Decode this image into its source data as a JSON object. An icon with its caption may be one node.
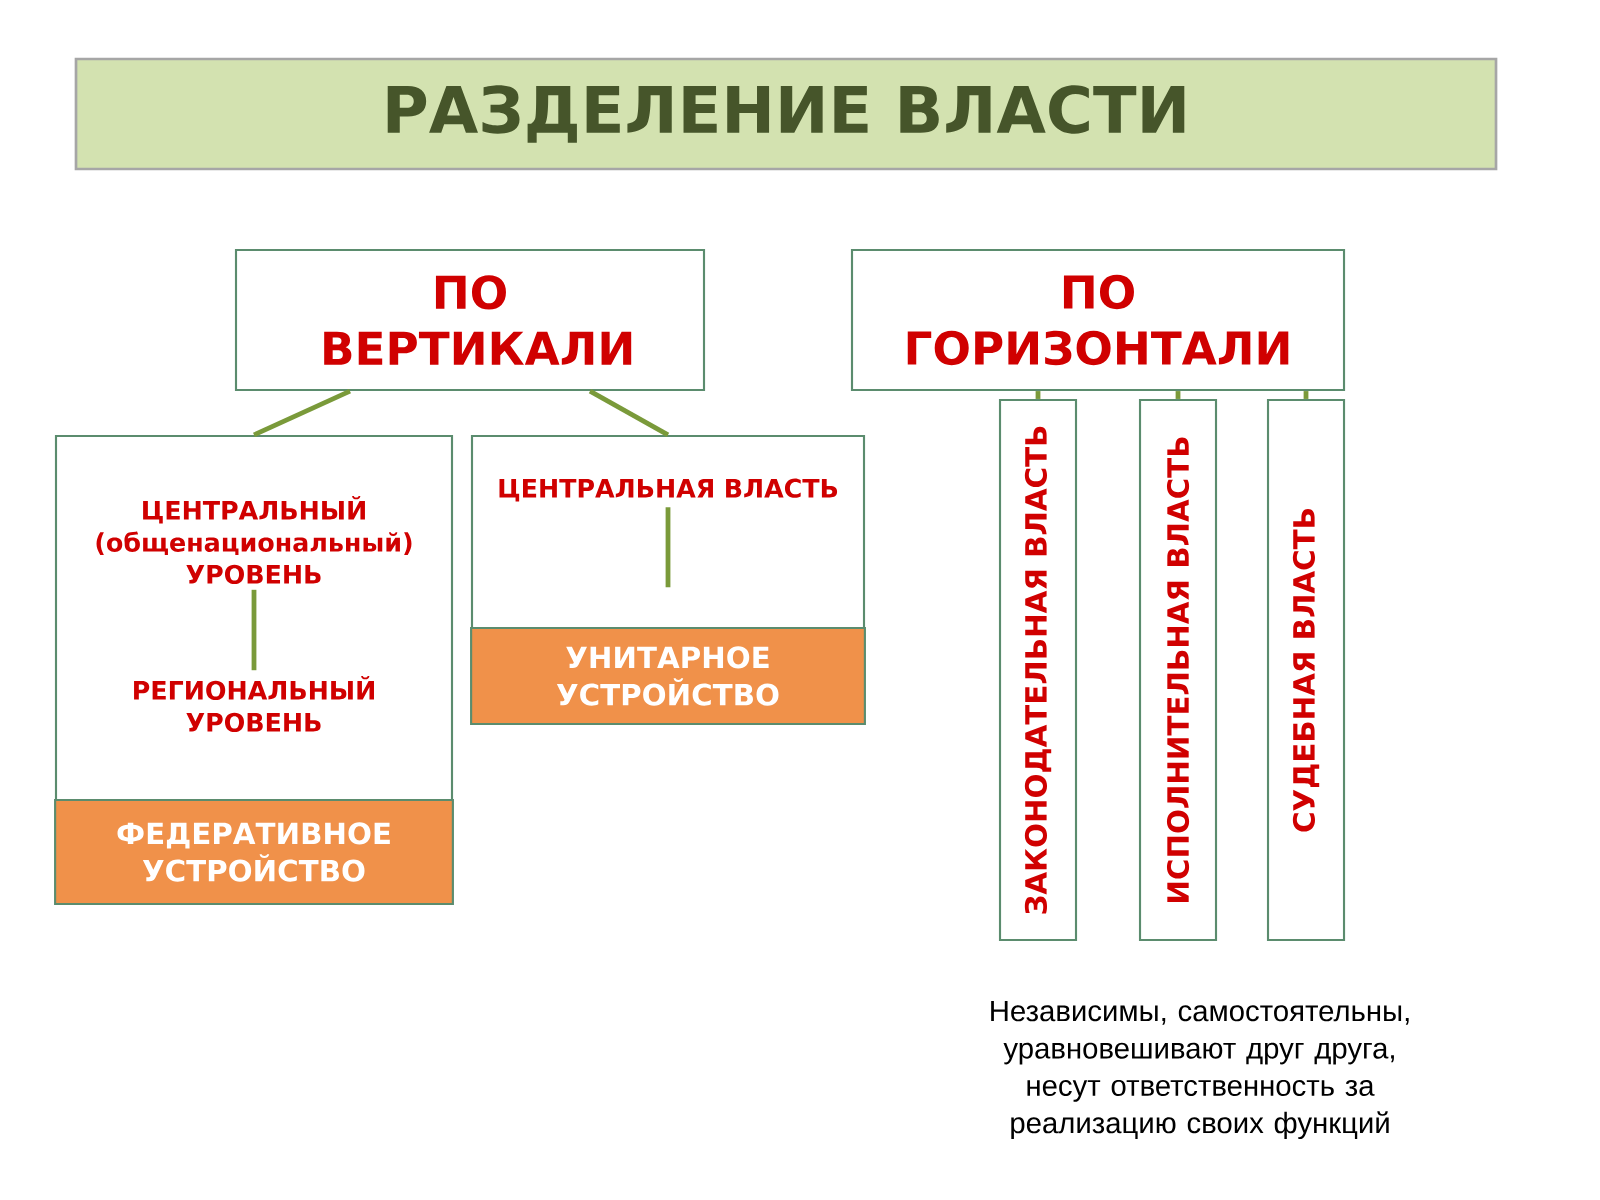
{
  "diagram": {
    "title": "РАЗДЕЛЕНИЕ ВЛАСТИ",
    "nodes": [
      {
        "text": [
          "ПО ВЕРТИКАЛИ"
        ]
      },
      {
        "text": [
          "ПО ГОРИЗОНТАЛИ"
        ]
      },
      {
        "text": [
          "ФЕДЕРАТИВНОЕ УСТРОЙСТВО"
        ]
      },
      {
        "text": [
          "ЦЕНТРАЛЬНЫЙ (общенациональный) УРОВЕНЬ"
        ],
        "in": 2
      },
      {
        "text": [
          "РЕГИОНАЛЬНЫЙ УРОВЕНЬ"
        ],
        "in": 2
      },
      {
        "text": [
          "УНИТАРНОЕ УСТРОЙСТВО"
        ]
      },
      {
        "text": [
          "ЦЕНТРАЛЬНАЯ ВЛАСТЬ"
        ],
        "in": 5
      },
      {
        "text": [
          "ЗАКОНОДАТЕЛЬНАЯ ВЛАСТЬ"
        ]
      },
      {
        "text": [
          "ИСПОЛНИТЕЛЬНАЯ ВЛАСТЬ"
        ]
      },
      {
        "text": [
          "СУДЕБНАЯ ВЛАСТЬ"
        ]
      }
    ],
    "edges": [
      {
        "from": 0,
        "to": 2,
        "arrow": "none"
      },
      {
        "from": 0,
        "to": 5,
        "arrow": "none"
      },
      {
        "from": 3,
        "to": 4,
        "arrow": "none"
      },
      {
        "from": 6,
        "to": null,
        "arrow": "none"
      },
      {
        "from": 1,
        "to": 7,
        "arrow": "none"
      },
      {
        "from": 1,
        "to": 8,
        "arrow": "none"
      },
      {
        "from": 1,
        "to": 9,
        "arrow": "none"
      }
    ],
    "labels": [
      "Независимы, самостоятельны, уравновешивают друг друга, несут ответственность за реализацию своих функций"
    ]
  }
}
